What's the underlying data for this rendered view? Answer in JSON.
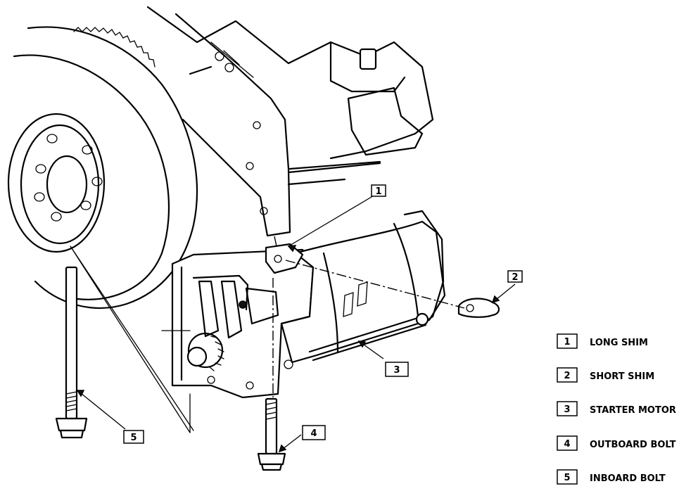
{
  "callouts": [
    {
      "num": "1"
    },
    {
      "num": "2"
    },
    {
      "num": "3"
    },
    {
      "num": "4"
    },
    {
      "num": "5"
    }
  ],
  "legend": [
    {
      "num": "1",
      "label": "LONG SHIM"
    },
    {
      "num": "2",
      "label": "SHORT SHIM"
    },
    {
      "num": "3",
      "label": "STARTER MOTOR"
    },
    {
      "num": "4",
      "label": "OUTBOARD BOLT"
    },
    {
      "num": "5",
      "label": "INBOARD BOLT"
    }
  ]
}
